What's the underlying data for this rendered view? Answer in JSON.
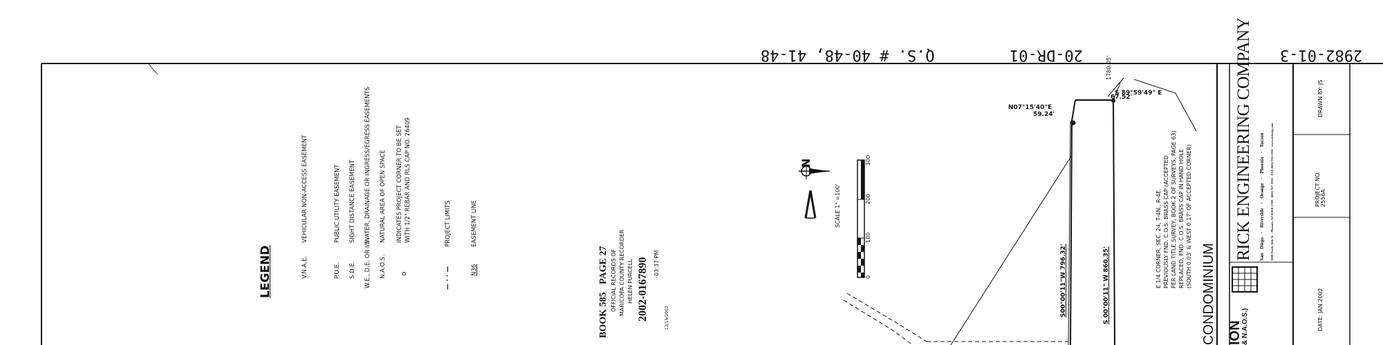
{
  "header": {
    "sheet_id": "2982-01-3",
    "case_id": "20-DR-01",
    "qs_ref": "Q.S. # 40-48, 41-48"
  },
  "legend": {
    "title": "LEGEND",
    "items": [
      {
        "sym": "V.N.A.E.",
        "text": "VEHICULAR NON-ACCESS EASEMENT"
      },
      {
        "sym": "P.U.E.",
        "text": "PUBLIC UTILITY EASEMENT"
      },
      {
        "sym": "S.D.E.",
        "text": "SIGHT DISTANCE EASEMENT"
      },
      {
        "sym": "W.E., D.E. OR I/E",
        "text": "WATER, DRAINAGE OR INGRESS/EGRESS EASEMENTS"
      },
      {
        "sym": "N.A.O.S.",
        "text": "NATURAL AREA OF OPEN SPACE"
      },
      {
        "sym": "o",
        "text": "INDICATES PROJECT CORNER TO BE SET",
        "text2": "WITH 1/2\" REBAR AND RLS CAP NO. 26409"
      },
      {
        "sym": "— · · —",
        "text": "PROJECT LIMITS"
      },
      {
        "sym": "N36",
        "text": "EASEMENT LINE"
      }
    ]
  },
  "recording": {
    "book": "BOOK 585",
    "page": "PAGE 27",
    "line1": "OFFICIAL RECORDS OF",
    "line2": "MARICOPA COUNTY RECORDER",
    "line3": "HELEN PURCELL",
    "doc_number": "2002-0167890",
    "time": "03:37 PM",
    "date": "12/19/2002"
  },
  "north": {
    "label": "N",
    "scale_text": "SCALE 1\" =100'",
    "ticks": [
      "0",
      "100",
      "200",
      "300"
    ]
  },
  "survey": {
    "bearing_top": "S 89°59'49\" E",
    "dist_top": "67.52'",
    "dist_1780": "1780.05'",
    "bearing_nw": "N07°15'40\"E",
    "dist_nw": "59.24'",
    "line_west": "S00°00'11\"W 796.32'",
    "line_east": "S 00°00'11\" W 860.35'",
    "corner_note": [
      "E 1/4 CORNER, SEC. 24, T-4N., R-4E.",
      "PREVIOUSLY FND. C.O.S. BRASS CAP (ACCEPTED",
      "PER LAND TITLE SURVEY, BOOK 2 OF SURVEYS, PAGE 63)",
      "REPLACED, FND. C.O.S. BRASS CAP IN HAND HOLE",
      "(SOUTH 0.03' & WEST 0.17' OF ACCEPTED CORNER)"
    ]
  },
  "title_block": {
    "condo": "CONDOMINIUM",
    "ion": "ION",
    "naos": "& N.A.O.S.)",
    "company": "RICK ENGINEERING COMPANY",
    "offices": "San Diego · Riverside · Orange · Phoenix · Tucson",
    "address": "3200 North 16th St. · Phoenix, AZ 85016-1708 · (602) 957-3350 · FAX (602) 955-2356 · www.rickeng.com",
    "date": "DATE: JAN 2002",
    "project": "PROJECT NO. 2556A",
    "drawn": "DRAWN BY: JS"
  },
  "colors": {
    "ink": "#111111",
    "paper": "#ffffff"
  }
}
